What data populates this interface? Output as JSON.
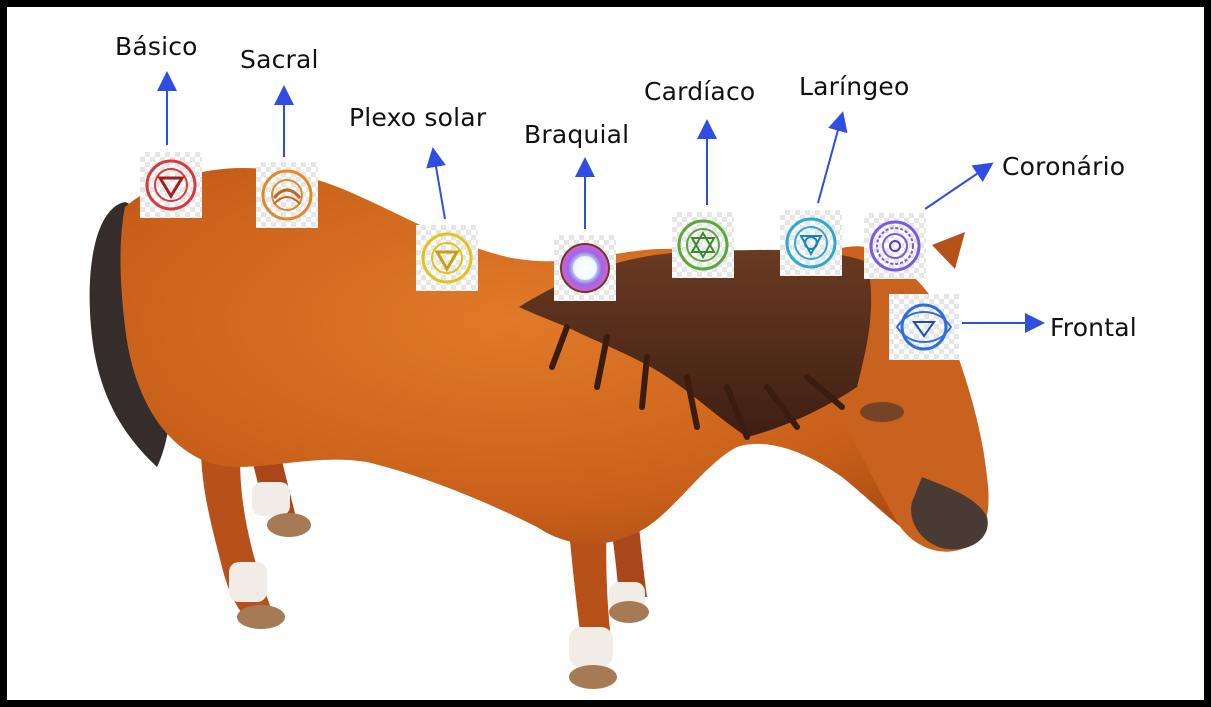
{
  "labels": {
    "basico": "Básico",
    "sacral": "Sacral",
    "plexo": "Plexo solar",
    "braquial": "Braquial",
    "cardiaco": "Cardíaco",
    "laringeo": "Laríngeo",
    "coronario": "Coronário",
    "frontal": "Frontal"
  },
  "colors": {
    "arrow": "#2f4de0",
    "coat": "#d2691e",
    "mane": "#5a2e1a",
    "tail": "#3a3030",
    "basico": "#d83a3a",
    "sacral": "#e08a2a",
    "plexo": "#e3c21a",
    "braquial": "#9a6ae0",
    "cardiaco": "#5aa83a",
    "laringeo": "#2aa8d8",
    "coronario": "#7a5ae0",
    "frontal": "#2f6fd8"
  }
}
